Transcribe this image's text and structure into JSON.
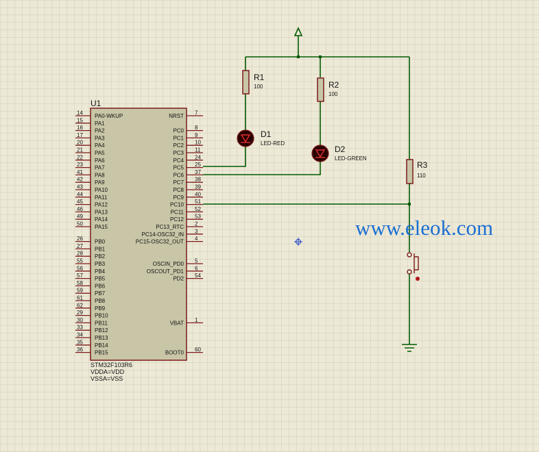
{
  "chip": {
    "ref": "U1",
    "part": "STM32F103R6",
    "power": [
      "VDDA=VDD",
      "VSSA=VSS"
    ],
    "left_pins": [
      {
        "num": "14",
        "name": "PA0-WKUP"
      },
      {
        "num": "15",
        "name": "PA1"
      },
      {
        "num": "16",
        "name": "PA2"
      },
      {
        "num": "17",
        "name": "PA3"
      },
      {
        "num": "20",
        "name": "PA4"
      },
      {
        "num": "21",
        "name": "PA5"
      },
      {
        "num": "22",
        "name": "PA6"
      },
      {
        "num": "23",
        "name": "PA7"
      },
      {
        "num": "41",
        "name": "PA8"
      },
      {
        "num": "42",
        "name": "PA9"
      },
      {
        "num": "43",
        "name": "PA10"
      },
      {
        "num": "44",
        "name": "PA11"
      },
      {
        "num": "45",
        "name": "PA12"
      },
      {
        "num": "46",
        "name": "PA13"
      },
      {
        "num": "49",
        "name": "PA14"
      },
      {
        "num": "50",
        "name": "PA15"
      },
      {
        "num": "26",
        "name": "PB0"
      },
      {
        "num": "27",
        "name": "PB1"
      },
      {
        "num": "28",
        "name": "PB2"
      },
      {
        "num": "55",
        "name": "PB3"
      },
      {
        "num": "56",
        "name": "PB4"
      },
      {
        "num": "57",
        "name": "PB5"
      },
      {
        "num": "58",
        "name": "PB6"
      },
      {
        "num": "59",
        "name": "PB7"
      },
      {
        "num": "61",
        "name": "PB8"
      },
      {
        "num": "62",
        "name": "PB9"
      },
      {
        "num": "29",
        "name": "PB10"
      },
      {
        "num": "30",
        "name": "PB11"
      },
      {
        "num": "33",
        "name": "PB12"
      },
      {
        "num": "34",
        "name": "PB13"
      },
      {
        "num": "35",
        "name": "PB14"
      },
      {
        "num": "36",
        "name": "PB15"
      }
    ],
    "right_pins": [
      {
        "num": "7",
        "name": "NRST"
      },
      {
        "num": "8",
        "name": "PC0"
      },
      {
        "num": "9",
        "name": "PC1"
      },
      {
        "num": "10",
        "name": "PC2"
      },
      {
        "num": "11",
        "name": "PC3"
      },
      {
        "num": "24",
        "name": "PC4"
      },
      {
        "num": "25",
        "name": "PC5"
      },
      {
        "num": "37",
        "name": "PC6"
      },
      {
        "num": "38",
        "name": "PC7"
      },
      {
        "num": "39",
        "name": "PC8"
      },
      {
        "num": "40",
        "name": "PC9"
      },
      {
        "num": "51",
        "name": "PC10"
      },
      {
        "num": "52",
        "name": "PC11"
      },
      {
        "num": "53",
        "name": "PC12"
      },
      {
        "num": "2",
        "name": "PC13_RTC"
      },
      {
        "num": "3",
        "name": "PC14-OSC32_IN"
      },
      {
        "num": "4",
        "name": "PC15-OSC32_OUT"
      },
      {
        "num": "5",
        "name": "OSCIN_PD0"
      },
      {
        "num": "6",
        "name": "OSCOUT_PD1"
      },
      {
        "num": "54",
        "name": "PD2"
      },
      {
        "num": "1",
        "name": "VBAT"
      },
      {
        "num": "60",
        "name": "BOOT0"
      }
    ]
  },
  "components": {
    "r1": {
      "ref": "R1",
      "value": "100"
    },
    "r2": {
      "ref": "R2",
      "value": "100"
    },
    "r3": {
      "ref": "R3",
      "value": "110"
    },
    "d1": {
      "ref": "D1",
      "value": "LED-RED"
    },
    "d2": {
      "ref": "D2",
      "value": "LED-GREEN"
    }
  },
  "watermark": "www.eleok.com",
  "colors": {
    "background": "#ede9d7",
    "grid": "#cfcab0",
    "wire": "#005a00",
    "body": "#c8c6a7",
    "outline": "#7c1b1b",
    "watermark": "#1a6fd2"
  }
}
